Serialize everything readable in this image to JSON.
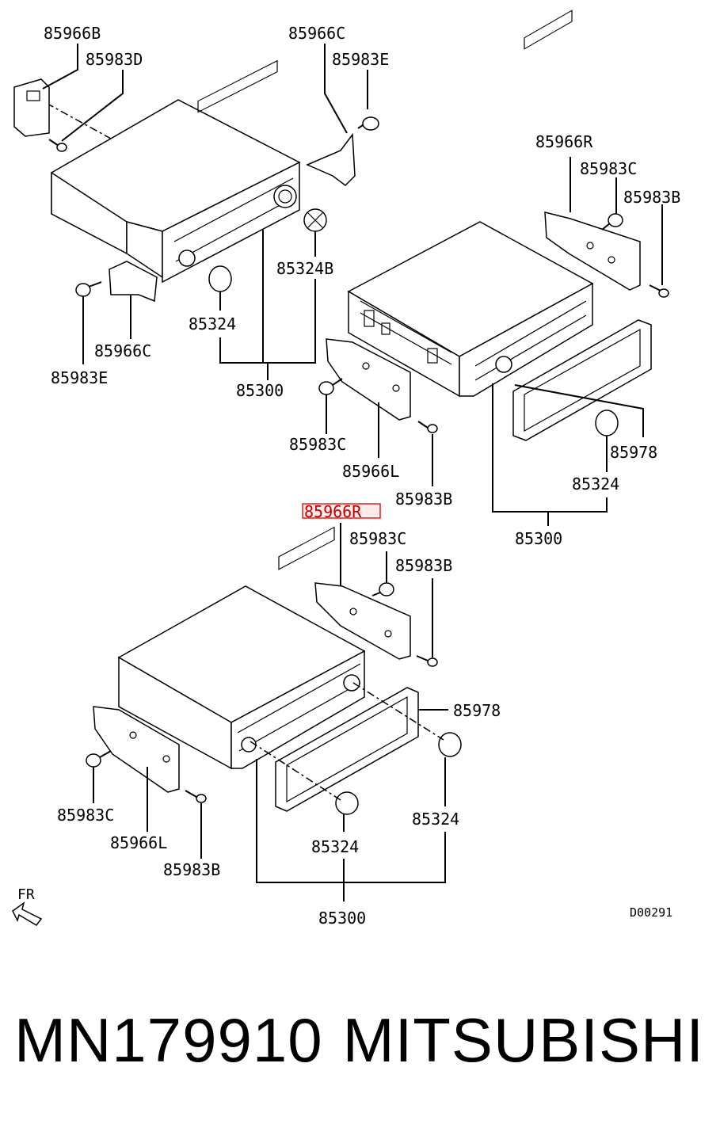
{
  "labels": {
    "a_85966B": "85966B",
    "a_85983D": "85983D",
    "a_85966C_top": "85966C",
    "a_85983E_top": "85983E",
    "a_85324B": "85324B",
    "a_85324": "85324",
    "a_85966C_left": "85966C",
    "a_85983E_left": "85983E",
    "a_85300": "85300",
    "b_85966R": "85966R",
    "b_85983C_top": "85983C",
    "b_85983B_top": "85983B",
    "b_85983C": "85983C",
    "b_85966L": "85966L",
    "b_85983B": "85983B",
    "b_85978": "85978",
    "b_85324": "85324",
    "b_85300": "85300",
    "c_85966R": "85966R",
    "c_85983C_top": "85983C",
    "c_85983B_top": "85983B",
    "c_85978": "85978",
    "c_85983C": "85983C",
    "c_85966L": "85966L",
    "c_85983B": "85983B",
    "c_85324_mid": "85324",
    "c_85324_right": "85324",
    "c_85300": "85300"
  },
  "direction_marker": "FR",
  "diagram_code": "D00291",
  "footer": {
    "part_number": "MN179910",
    "brand": "MITSUBISHI"
  }
}
